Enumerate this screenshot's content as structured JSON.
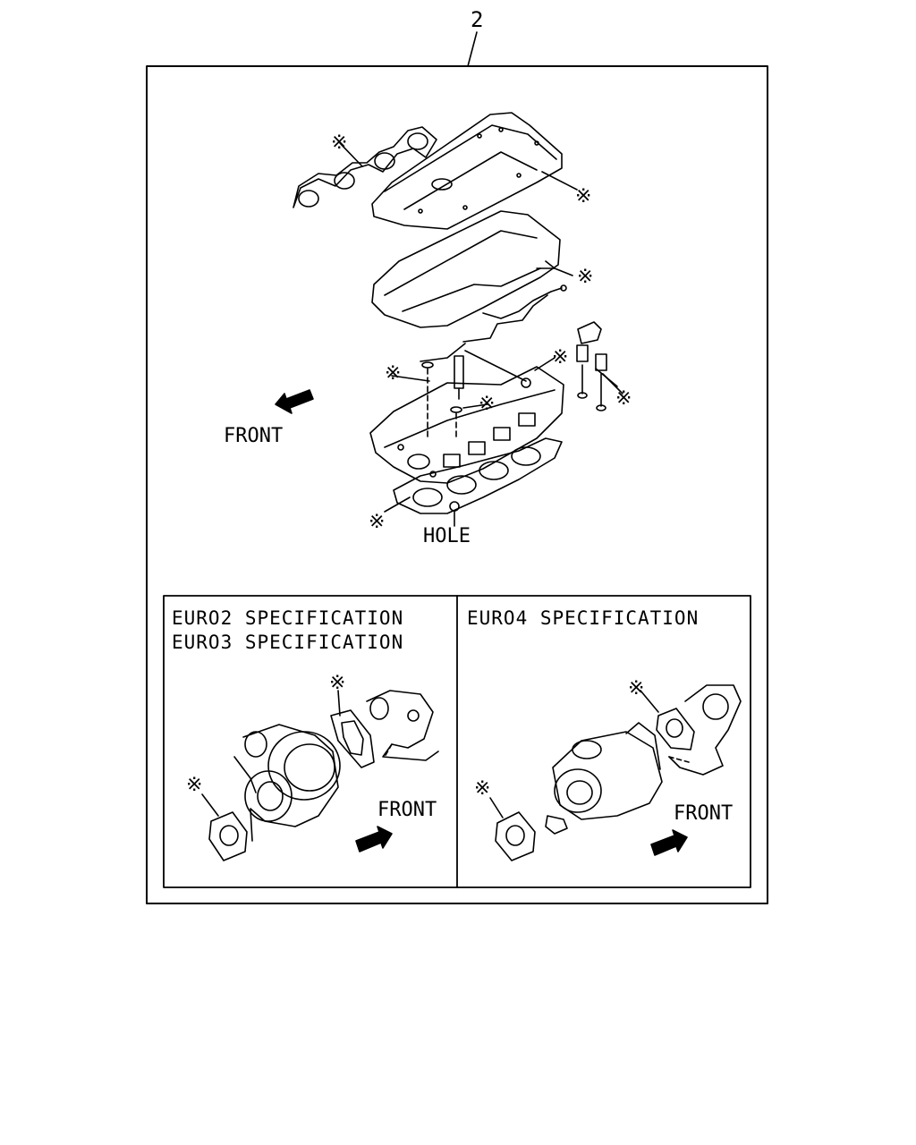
{
  "callout_number": "2",
  "marker_symbol": "※",
  "main_view": {
    "front_label": "FRONT",
    "hole_label": "HOLE"
  },
  "euro2_3_panel": {
    "spec_line_1": "EURO2 SPECIFICATION",
    "spec_line_2": "EURO3 SPECIFICATION",
    "front_label": "FRONT"
  },
  "euro4_panel": {
    "spec_line_1": "EURO4 SPECIFICATION",
    "front_label": "FRONT"
  }
}
